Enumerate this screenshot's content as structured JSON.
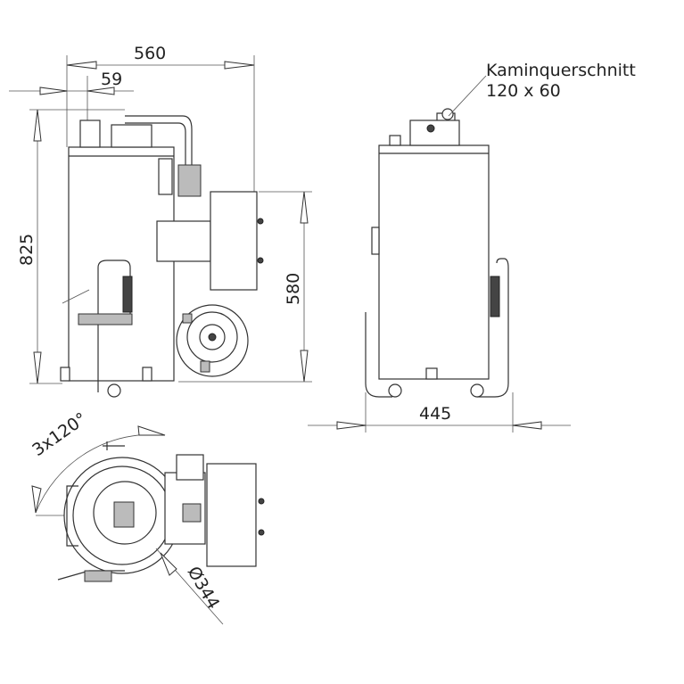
{
  "dimensions": {
    "width_total": "560",
    "offset": "59",
    "height_total": "825",
    "height_burner": "580",
    "depth": "445",
    "angle": "3x120°",
    "diameter": "Ø344"
  },
  "annotation": {
    "line1": "Kaminquerschnitt",
    "line2": "120 x 60"
  }
}
